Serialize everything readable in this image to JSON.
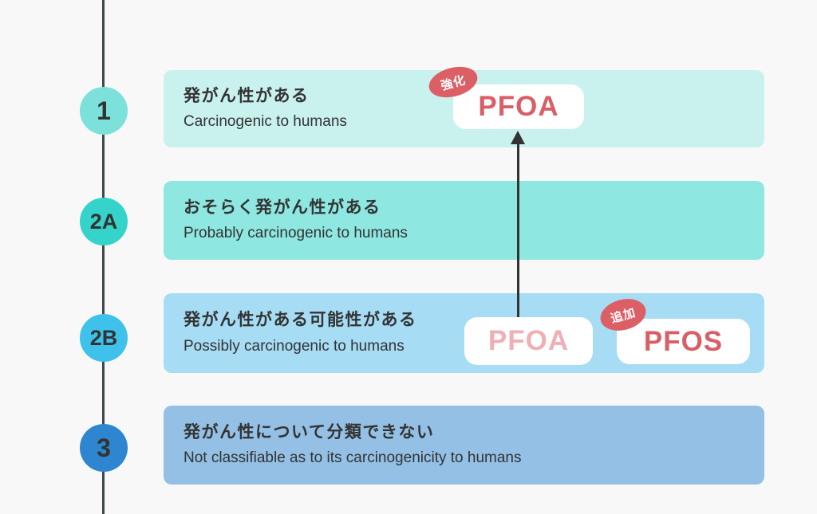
{
  "page": {
    "background": "#f9f8f8",
    "timeline_color": "#3e494c",
    "text_color": "#333333",
    "arrow_color": "#333333",
    "red": "#d95f66",
    "faded_red": "#efafb4",
    "badge_red": "#dd5f66",
    "pill_bg": "#ffffff"
  },
  "rows": [
    {
      "group": "1",
      "title_jp": "発がん性がある",
      "title_en": "Carcinogenic to humans",
      "circle_color": "#7ce1da",
      "band_color": "#c9f1ee"
    },
    {
      "group": "2A",
      "title_jp": "おそらく発がん性がある",
      "title_en": "Probably carcinogenic to humans",
      "circle_color": "#35d4ca",
      "band_color": "#8ee7e0"
    },
    {
      "group": "2B",
      "title_jp": "発がん性がある可能性がある",
      "title_en": "Possibly carcinogenic to humans",
      "circle_color": "#3ec2ec",
      "band_color": "#a6dcf4"
    },
    {
      "group": "3",
      "title_jp": "発がん性について分類できない",
      "title_en": "Not classifiable as to its carcinogenicity to humans",
      "circle_color": "#2e85d0",
      "band_color": "#93c0e4"
    }
  ],
  "labels": {
    "pfoa_group1": "PFOA",
    "pfoa_group2b": "PFOA",
    "pfos_group2b": "PFOS",
    "badge_strengthened": "強化",
    "badge_added": "追加"
  }
}
